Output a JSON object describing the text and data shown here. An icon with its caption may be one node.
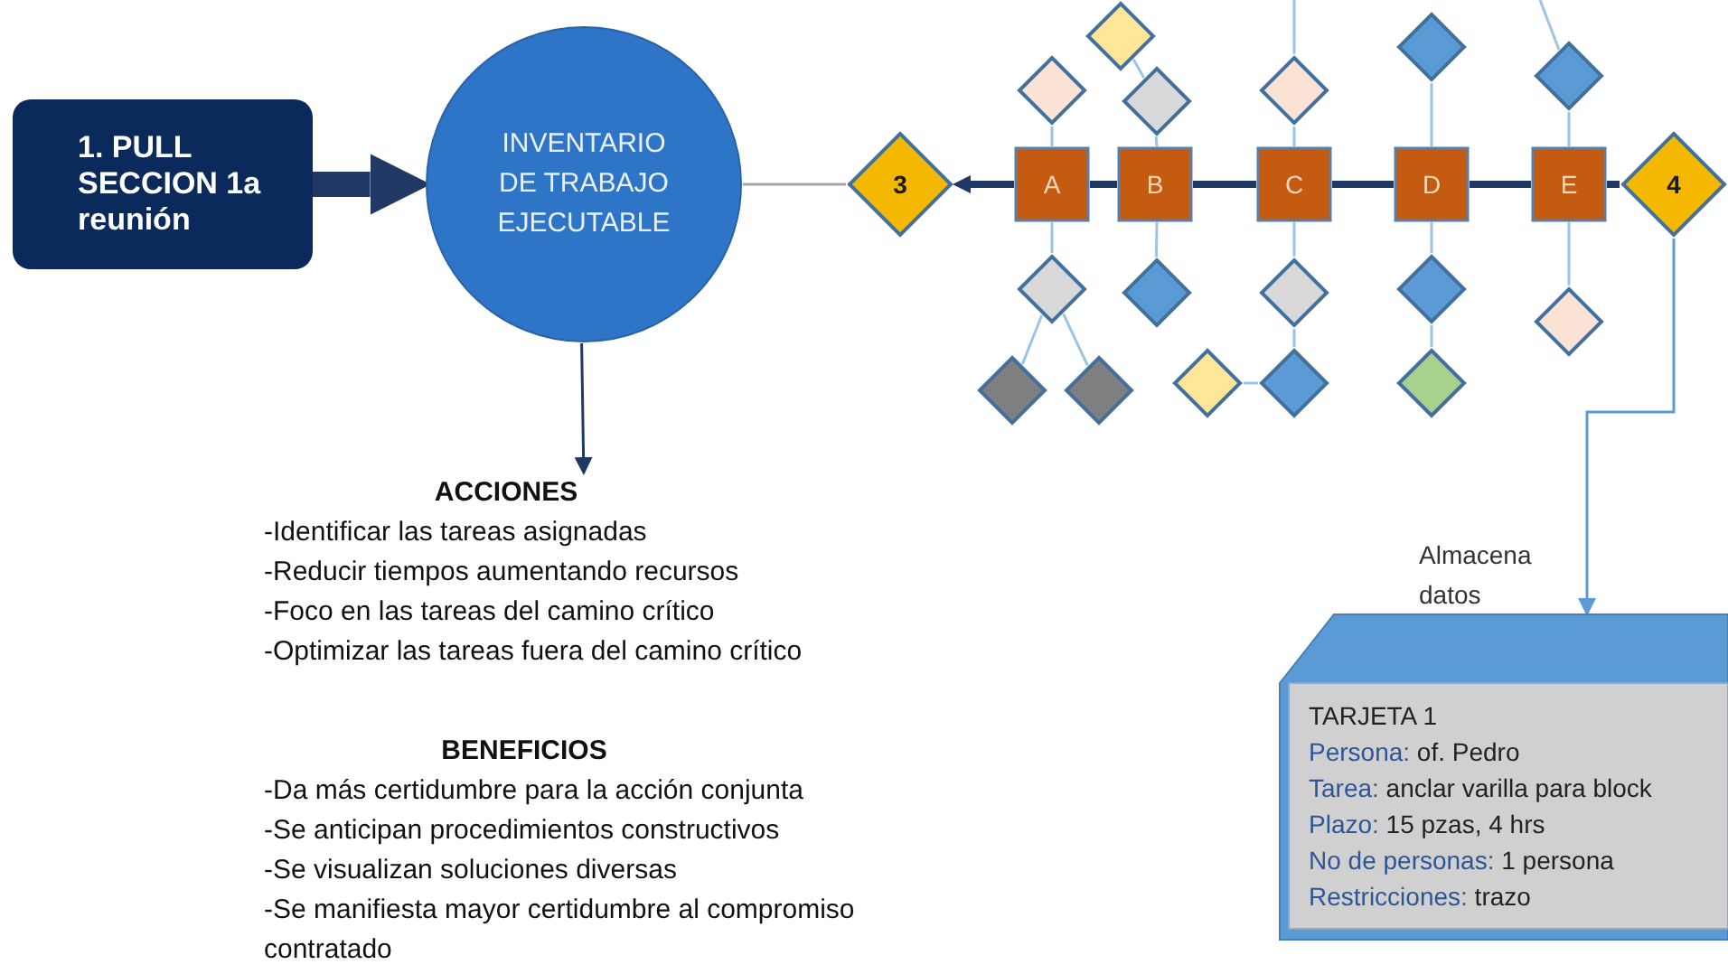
{
  "diagram": {
    "nodes": [
      {
        "text": [
          "1. PULL SECCION 1a reunión"
        ]
      },
      {
        "text": [
          "INVENTARIO DE TRABAJO EJECUTABLE"
        ]
      },
      {
        "text": [
          "ACCIONES",
          "-Identificar las tareas asignadas",
          "-Reducir tiempos aumentando recursos",
          "-Foco en las tareas del camino crítico",
          "-Optimizar las tareas fuera del camino crítico"
        ]
      },
      {
        "text": [
          "3"
        ]
      },
      {
        "text": [
          "A"
        ]
      },
      {
        "text": [
          "B"
        ]
      },
      {
        "text": [
          "C"
        ]
      },
      {
        "text": [
          "D"
        ]
      },
      {
        "text": [
          "E"
        ]
      },
      {
        "text": [
          "4"
        ]
      },
      {
        "text": [
          "TARJETA 1",
          "Persona: of. Pedro",
          "Tarea: anclar varilla para block",
          "Plazo: 15 pzas, 4 hrs",
          "No de personas: 1 persona",
          "Restricciones: trazo"
        ],
        "beside": [
          "Almacena datos"
        ]
      },
      {
        "text": [],
        "shape": "diamond"
      },
      {
        "text": [],
        "shape": "diamond"
      },
      {
        "text": [],
        "shape": "diamond"
      },
      {
        "text": [],
        "shape": "diamond"
      },
      {
        "text": [],
        "shape": "diamond"
      },
      {
        "text": [],
        "shape": "diamond"
      },
      {
        "text": [],
        "shape": "diamond"
      },
      {
        "text": [],
        "shape": "diamond"
      },
      {
        "text": [],
        "shape": "diamond"
      },
      {
        "text": [],
        "shape": "diamond"
      },
      {
        "text": [],
        "shape": "diamond"
      },
      {
        "text": [],
        "shape": "diamond"
      },
      {
        "text": [],
        "shape": "diamond"
      },
      {
        "text": [],
        "shape": "diamond"
      },
      {
        "text": [],
        "shape": "diamond"
      },
      {
        "text": [],
        "shape": "diamond"
      }
    ],
    "edges": [
      {
        "from": 0,
        "to": 1,
        "arrow": "to",
        "style": "thick",
        "color": "#1f3864"
      },
      {
        "from": 1,
        "to": 2,
        "arrow": "to",
        "color": "#1f3864"
      },
      {
        "from": 1,
        "to": 3,
        "arrow": "none",
        "color": "#a6a6a6"
      },
      {
        "from": 4,
        "to": 3,
        "arrow": "to",
        "style": "thick",
        "color": "#1f3864"
      },
      {
        "from": 5,
        "to": 4,
        "arrow": "none",
        "style": "thick",
        "color": "#1f3864"
      },
      {
        "from": 6,
        "to": 5,
        "arrow": "none",
        "style": "thick",
        "color": "#1f3864"
      },
      {
        "from": 7,
        "to": 6,
        "arrow": "none",
        "style": "thick",
        "color": "#1f3864"
      },
      {
        "from": 8,
        "to": 7,
        "arrow": "none",
        "style": "thick",
        "color": "#1f3864"
      },
      {
        "from": 9,
        "to": 8,
        "arrow": "none",
        "style": "thick",
        "color": "#1f3864"
      },
      {
        "from": 9,
        "to": 10,
        "arrow": "to",
        "color": "#5b9bd5"
      },
      {
        "from": 12,
        "to": 4,
        "arrow": "none"
      },
      {
        "from": 4,
        "to": 17,
        "arrow": "none"
      },
      {
        "from": 17,
        "to": 22,
        "arrow": "none"
      },
      {
        "from": 17,
        "to": 23,
        "arrow": "none"
      },
      {
        "from": 11,
        "to": 13,
        "arrow": "none"
      },
      {
        "from": 13,
        "to": 5,
        "arrow": "none"
      },
      {
        "from": 5,
        "to": 18,
        "arrow": "none"
      },
      {
        "from": null,
        "to": 14,
        "arrow": "none"
      },
      {
        "from": 14,
        "to": 6,
        "arrow": "none"
      },
      {
        "from": 6,
        "to": 19,
        "arrow": "none"
      },
      {
        "from": 19,
        "to": 25,
        "arrow": "none"
      },
      {
        "from": 24,
        "to": 25,
        "arrow": "none"
      },
      {
        "from": 15,
        "to": 7,
        "arrow": "none"
      },
      {
        "from": 7,
        "to": 20,
        "arrow": "none"
      },
      {
        "from": 20,
        "to": 26,
        "arrow": "none"
      },
      {
        "from": null,
        "to": 16,
        "arrow": "none"
      },
      {
        "from": 16,
        "to": 8,
        "arrow": "none"
      },
      {
        "from": 8,
        "to": 21,
        "arrow": "none"
      }
    ],
    "labels": [
      "BENEFICIOS",
      "-Da más certidumbre para la acción conjunta",
      "-Se anticipan procedimientos constructivos",
      "-Se visualizan soluciones diversas",
      "-Se manifiesta mayor certidumbre al compromiso contratado"
    ]
  }
}
